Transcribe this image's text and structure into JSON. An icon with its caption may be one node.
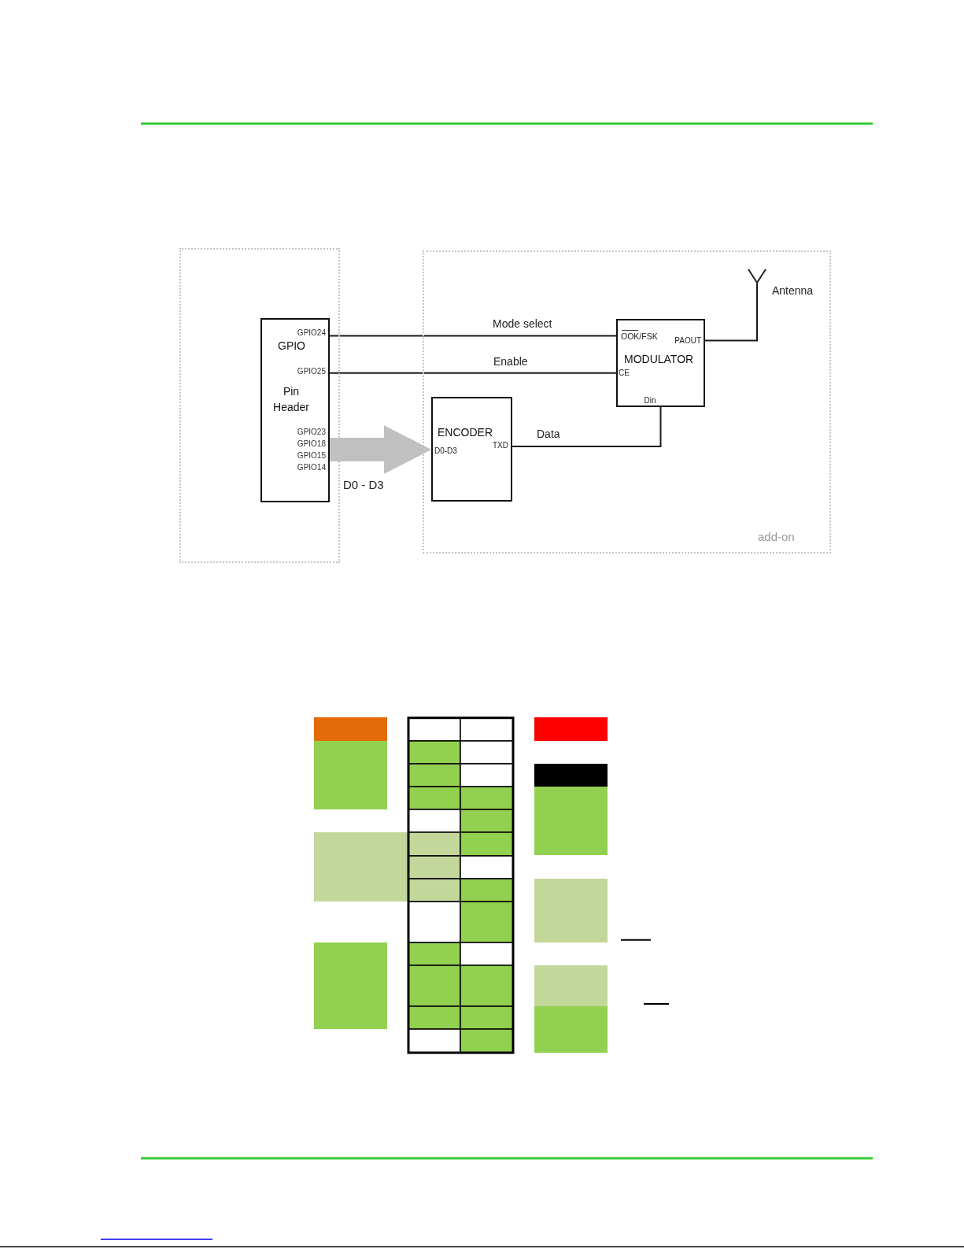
{
  "diagram": {
    "nodes": [
      {
        "text": [],
        "shape": "box"
      },
      {
        "text": [
          "GPIO24",
          "GPIO",
          "GPIO25",
          "Pin Header",
          "GPIO23",
          "GPIO18",
          "GPIO15",
          "GPIO14"
        ],
        "in": 0
      },
      {
        "text": [
          "add-on"
        ]
      },
      {
        "text": [
          "ENCODER",
          "D0-D3",
          "TXD"
        ],
        "in": 2
      },
      {
        "text": [
          "OOK/FSK",
          "PAOUT",
          "MODULATOR",
          "CE",
          "Din"
        ],
        "in": 2
      },
      {
        "text": [],
        "shape": "antenna",
        "in": 2,
        "beside": [
          "Antenna"
        ]
      }
    ],
    "edges": [
      {
        "from": 1,
        "to": 4,
        "arrow": "none",
        "label": "Mode select"
      },
      {
        "from": 1,
        "to": 4,
        "arrow": "none",
        "label": "Enable"
      },
      {
        "from": 1,
        "to": 3,
        "arrow": "to",
        "label": "D0 - D3",
        "style": "thick",
        "color": "#c0c0c0"
      },
      {
        "from": 3,
        "to": 4,
        "arrow": "none",
        "label": "Data"
      },
      {
        "from": 4,
        "to": 5,
        "arrow": "none"
      }
    ]
  }
}
